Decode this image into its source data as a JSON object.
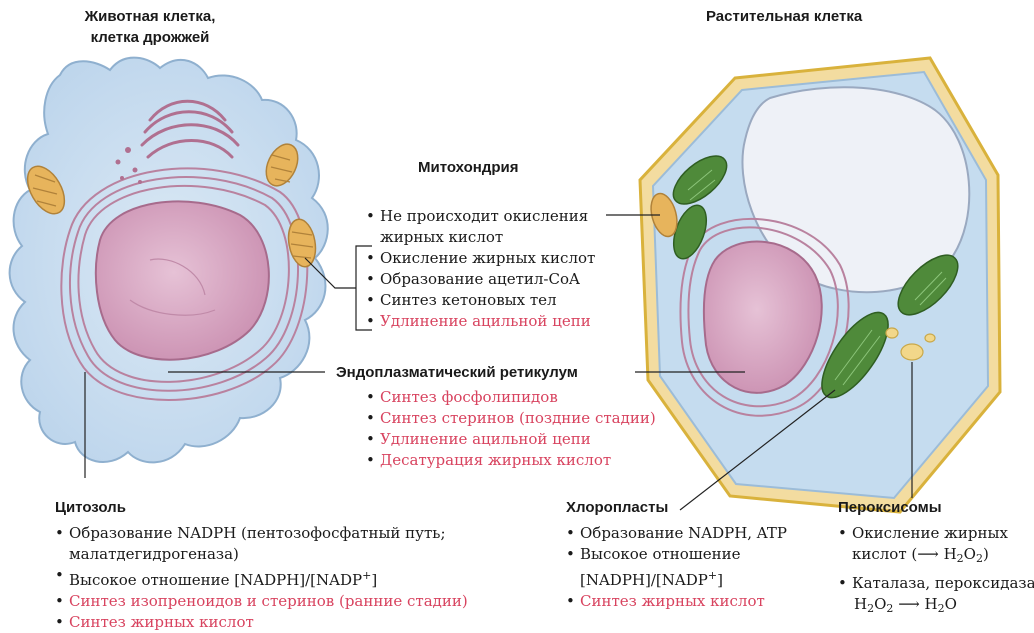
{
  "animal_title_line1": "Животная клетка,",
  "animal_title_line2": "клетка дрожжей",
  "plant_title": "Растительная клетка",
  "mito": {
    "title": "Митохондрия",
    "items": [
      {
        "line1": "Не происходит окисления",
        "line2": "жирных кислот",
        "color": "black"
      },
      {
        "line1": "Окисление жирных кислот",
        "color": "black"
      },
      {
        "line1": "Образование ацетил-CoA",
        "color": "black"
      },
      {
        "line1": "Синтез кетоновых тел",
        "color": "black"
      },
      {
        "line1": "Удлинение ацильной цепи",
        "color": "red"
      }
    ]
  },
  "er": {
    "title": "Эндоплазматический ретикулум",
    "items": [
      "Синтез фосфолипидов",
      "Синтез стеринов (поздние стадии)",
      "Удлинение ацильной цепи",
      "Десатурация жирных кислот"
    ]
  },
  "cytosol": {
    "title": "Цитозоль",
    "item1_line1": "Образование NADPH (пентозофосфатный путь;",
    "item1_line2": "малатдегидрогеназа)",
    "item2_prefix": "Высокое  отношение [NADPH]/[NADP",
    "item2_sup": "+",
    "item2_suffix": "]",
    "item3": "Синтез изопреноидов и стеринов (ранние стадии)",
    "item4": "Синтез жирных кислот"
  },
  "chloro": {
    "title": "Хлоропласты",
    "item1": "Образование NADPH, ATP",
    "item2_line1": "Высокое  отношение",
    "item2_line2_prefix": "[NADPH]/[NADP",
    "item2_sup": "+",
    "item2_suffix": "]",
    "item3": "Синтез жирных кислот"
  },
  "perox": {
    "title": "Пероксисомы",
    "item1_line1": "Окисление жирных",
    "item1_line2_prefix": "кислот (",
    "arrow": "⟶",
    "h": "H",
    "two": "2",
    "o": "O",
    "item1_line2_suffix": ")",
    "item2_line1": "Каталаза, пероксидаза",
    "item2_eq_suffix": "O"
  },
  "colors": {
    "cytoplasm": "#c9dff0",
    "cytoplasm_edge": "#9cbcd8",
    "nucleus": "#d7a6c0",
    "er_lines": "#b06a8a",
    "mitochondria": "#e7b45c",
    "chloroplast": "#4f8a3a",
    "plant_wall": "#e8c24c",
    "vacuole": "#eef1f7",
    "red_text": "#d8435f"
  }
}
